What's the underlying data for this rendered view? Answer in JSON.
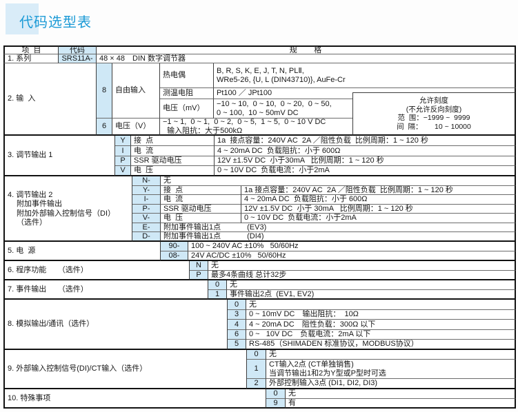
{
  "title": "代码选型表",
  "colors": {
    "accent_blue": "#1b9ad6",
    "code_cell_bg": "#cfe8f6",
    "title_block_bg": "#d9ecf8"
  },
  "header": {
    "item": "项  目",
    "code": "代码",
    "spec": "规        格"
  },
  "s1": {
    "item": "1. 系列",
    "code": "SRS11A-",
    "spec": "48 × 48　DIN 数字调节器"
  },
  "s2": {
    "item": "2. 输  入",
    "code_free": "8",
    "label_free": "自由输入",
    "tc_type": "热电偶",
    "tc_line1": "B, R, S, K, E, J, T, N, PLⅡ,",
    "tc_line2": "WRe5-26, {U, L (DIN43710)}, AuFe-Cr",
    "rtd_type": "测温电阻",
    "rtd_value": "Pt100 ／ JPt100",
    "mv_type": "电压（mV）",
    "mv_line1": "−10 ~ 10,  0 ~ 10,  0 ~ 20,  0 ~ 50,",
    "mv_line2": "0 ~ 100,  10 ~ 50mV DC",
    "code_v": "6",
    "label_v": "电压（V）",
    "v_line1": "−1 ~ 1,  0 ~ 1,  0 ~ 2,  0 ~ 5,  1 ~ 5,  0 ~ 10 V DC",
    "v_line2": "  输入阻抗：大于500kΩ",
    "scale": {
      "line1": "允许刻度",
      "line2": "(不允许反向刻度)",
      "line3": "范  围：−1999 ~  9999",
      "line4": "间  隔：      10 ~ 10000"
    }
  },
  "s3": {
    "item": "3. 调节输出 1",
    "rows": [
      {
        "code": "Y",
        "label": "接  点",
        "spec": "1a  接点容量：240V AC  2A ／阻性负载  比例周期：1 ~ 120 秒"
      },
      {
        "code": "I",
        "label": "电  流",
        "spec": "4 ~ 20mA DC  负载阻抗：小于 600Ω"
      },
      {
        "code": "P",
        "label": "SSR 驱动电压",
        "spec": "12V ±1.5V DC  小于30mA   比例周期：1 ~ 120 秒"
      },
      {
        "code": "V",
        "label": "电  压",
        "spec": "0 ~ 10V DC  负载电流：小于2mA"
      }
    ]
  },
  "s4": {
    "item_line1": "4. 调节输出 2",
    "item_line2": "附加事件输出",
    "item_line3": "附加外部输入控制信号（DI）",
    "item_line4": "（选件）",
    "rows": [
      {
        "code": "N-",
        "label": "无",
        "spec": ""
      },
      {
        "code": "Y-",
        "label": "接  点",
        "spec": "1a 接点容量：240V AC  2A ／阻性负载  比例周期：1 ~ 120 秒"
      },
      {
        "code": "I-",
        "label": "电  流",
        "spec": "4 ~ 20mA DC  负载阻抗：小于 600Ω"
      },
      {
        "code": "P-",
        "label": "SSR 驱动电压",
        "spec": "12V ±1.5V DC  小于 30mA   比例周期：1 ~ 120 秒"
      },
      {
        "code": "V-",
        "label": "电  压",
        "spec": "0 ~ 10V DC  负载电流：小于2mA"
      },
      {
        "code": "E-",
        "label": "附加事件输出1点",
        "spec": "(EV3)"
      },
      {
        "code": "D-",
        "label": "附加事件输出1点",
        "spec": "(DI4)"
      }
    ]
  },
  "s5": {
    "item": "5. 电  源",
    "rows": [
      {
        "code": "90-",
        "spec": "100 ~ 240V AC ±10%   50/60Hz"
      },
      {
        "code": "08-",
        "spec": "24V AC/DC ±10%   50/60Hz"
      }
    ]
  },
  "s6": {
    "item": "6. 程序功能　　（选件）",
    "rows": [
      {
        "code": "N",
        "spec": "无"
      },
      {
        "code": "P",
        "spec": "最多4条曲线 总计32步"
      }
    ]
  },
  "s7": {
    "item": "7. 事件输出　　（选件）",
    "rows": [
      {
        "code": "0",
        "spec": "无"
      },
      {
        "code": "1",
        "spec": "事件输出2点  (EV1, EV2)"
      }
    ]
  },
  "s8": {
    "item": "8. 模拟输出/通讯（选件）",
    "rows": [
      {
        "code": "0",
        "spec": "无"
      },
      {
        "code": "3",
        "spec": "0 ~ 10mV DC　输出阻抗：  10Ω"
      },
      {
        "code": "4",
        "spec": "4 ~ 20mA DC　阻性负载：300Ω 以下"
      },
      {
        "code": "6",
        "spec": "0 ~   10V DC　负载电流：2mA 以下"
      },
      {
        "code": "5",
        "spec": "RS-485（SHIMADEN 标准协议，MODBUS协议）"
      }
    ]
  },
  "s9": {
    "item": "9. 外部输入控制信号(DI)/CT输入（选件）",
    "rows": [
      {
        "code": "0",
        "spec": "无"
      },
      {
        "code": "1",
        "spec_line1": "CT输入2点 (CT单独销售)",
        "spec_line2": "当调节输出1和2为Y型或P型时可选"
      },
      {
        "code": "2",
        "spec": "外部控制输入3点 (DI1, DI2, DI3)"
      }
    ]
  },
  "s10": {
    "item": "10. 特殊事项",
    "rows": [
      {
        "code": "0",
        "spec": "无"
      },
      {
        "code": "9",
        "spec": "有"
      }
    ]
  }
}
